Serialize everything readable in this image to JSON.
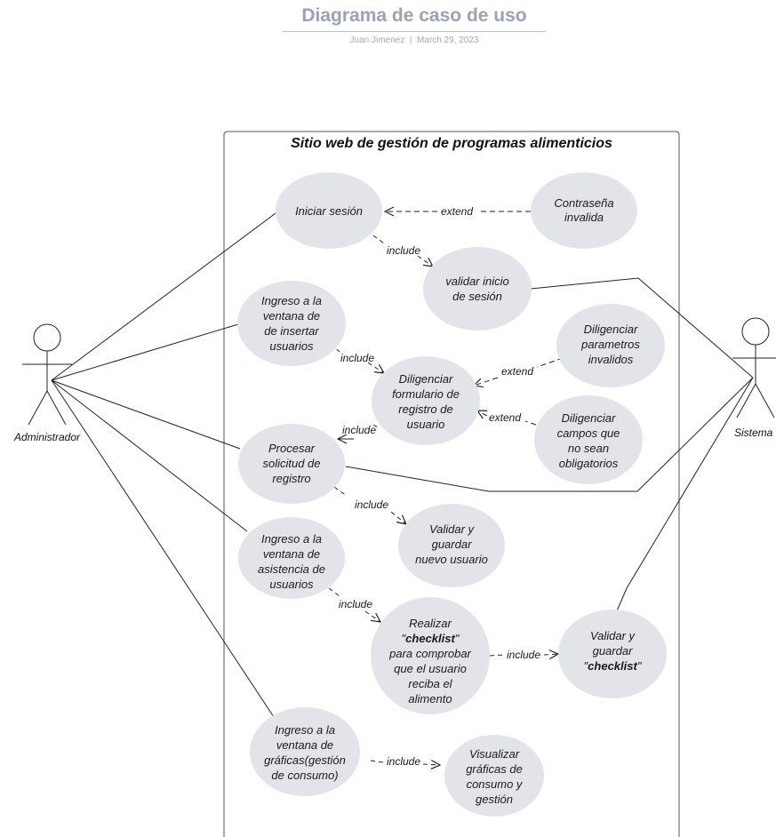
{
  "header": {
    "title": "Diagrama de caso de uso",
    "author": "Juan Jimenez",
    "separator": "|",
    "date": "March 29, 2023"
  },
  "system": {
    "title": "Sitio web de gestión de programas alimenticios"
  },
  "actors": {
    "admin": "Administrador",
    "system": "Sistema"
  },
  "use_cases": {
    "iniciar_sesion": [
      "Iniciar sesión"
    ],
    "contrasena_invalida": [
      "Contraseña",
      "invalida"
    ],
    "validar_inicio": [
      "validar inicio",
      "de sesión"
    ],
    "ingreso_insertar": [
      "Ingreso a la",
      "ventana de",
      "de insertar",
      "usuarios"
    ],
    "diligenciar_parametros": [
      "Diligenciar",
      "parametros",
      "invalidos"
    ],
    "diligenciar_formulario": [
      "Diligenciar",
      "formulario de",
      "registro de",
      "usuario"
    ],
    "diligenciar_campos": [
      "Diligenciar",
      "campos que",
      "no sean",
      "obligatorios"
    ],
    "procesar_solicitud": [
      "Procesar",
      "solicitud de",
      "registro"
    ],
    "validar_guardar_usuario": [
      "Validar y",
      "guardar",
      "nuevo usuario"
    ],
    "ingreso_asistencia": [
      "Ingreso a la",
      "ventana de",
      "asistencia de",
      "usuarios"
    ],
    "realizar_checklist": {
      "line1": "Realizar",
      "quote_open": "\"",
      "bold": "checklist",
      "quote_close": "\"",
      "rest": [
        "para comprobar",
        "que el usuario",
        "reciba el",
        "alimento"
      ]
    },
    "validar_checklist": {
      "line1": "Validar y",
      "line2": "guardar",
      "quote_open": "\"",
      "bold": "checklist",
      "quote_close": "\""
    },
    "ingreso_graficas": [
      "Ingreso a la",
      "ventana de",
      "gráficas(gestión",
      "de consumo)"
    ],
    "visualizar_graficas": [
      "Visualizar",
      "gráficas de",
      "consumo y",
      "gestión"
    ]
  },
  "relations": {
    "extend": "extend",
    "include": "include"
  },
  "colors": {
    "usecase_fill": "#e3e4e9",
    "line": "#222222",
    "title": "#9aa3b4"
  }
}
